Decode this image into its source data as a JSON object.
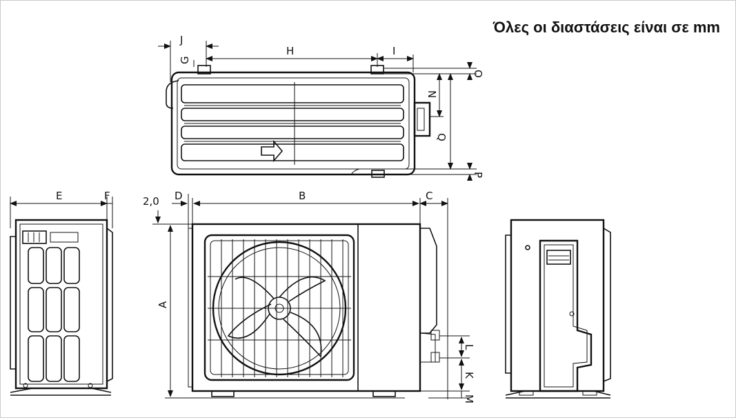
{
  "note": "Όλες οι διαστάσεις είναι σε mm",
  "labels": {
    "A": "A",
    "B": "B",
    "C": "C",
    "D": "D",
    "E": "E",
    "F": "F",
    "G": "G",
    "H": "H",
    "I": "I",
    "J": "J",
    "K": "K",
    "L": "L",
    "M": "M",
    "N": "N",
    "O": "O",
    "P": "P",
    "Q": "Q",
    "gap": "2,0"
  }
}
